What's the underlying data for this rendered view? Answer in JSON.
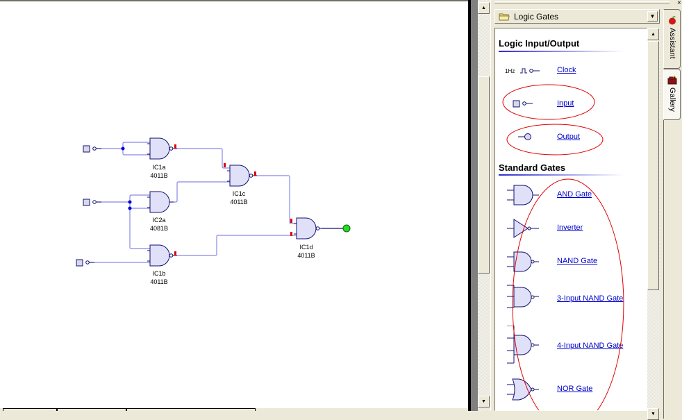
{
  "window": {
    "close_glyph": "×"
  },
  "schematic": {
    "gates": [
      {
        "id": "IC1a",
        "part": "4011B",
        "type": "NAND"
      },
      {
        "id": "IC2a",
        "part": "4081B",
        "type": "AND"
      },
      {
        "id": "IC1b",
        "part": "4011B",
        "type": "NAND"
      },
      {
        "id": "IC1c",
        "part": "4011B",
        "type": "NAND"
      },
      {
        "id": "IC1d",
        "part": "4011B",
        "type": "NAND"
      }
    ],
    "inputs": [
      "input-1",
      "input-2",
      "input-3"
    ],
    "output_led_color": "#22dd22",
    "wire_color": "#8888e8",
    "gate_fill": "#e0e0f8",
    "gate_stroke": "#101070",
    "logic_state_color": "#e00000"
  },
  "gallery": {
    "category": "Logic Gates",
    "sections": [
      {
        "title": "Logic Input/Output",
        "items": [
          {
            "label": "Clock",
            "icon": "clock-source-icon",
            "icon_text": "1Hz"
          },
          {
            "label": "Input",
            "icon": "logic-input-icon"
          },
          {
            "label": "Output",
            "icon": "logic-output-icon"
          }
        ]
      },
      {
        "title": "Standard Gates",
        "items": [
          {
            "label": "AND Gate",
            "icon": "and-gate-icon"
          },
          {
            "label": "Inverter",
            "icon": "inverter-icon"
          },
          {
            "label": "NAND Gate",
            "icon": "nand-gate-icon"
          },
          {
            "label": "3-Input NAND Gate",
            "icon": "nand3-gate-icon"
          },
          {
            "label": "4-Input NAND Gate",
            "icon": "nand4-gate-icon"
          },
          {
            "label": "NOR Gate",
            "icon": "nor-gate-icon"
          }
        ]
      }
    ],
    "annotation_color": "#e00000"
  },
  "side_tabs": [
    {
      "label": "Assistant",
      "icon": "apple-icon",
      "active": false
    },
    {
      "label": "Gallery",
      "icon": "toolbox-icon",
      "active": true
    }
  ],
  "scroll": {
    "up_glyph": "▲",
    "down_glyph": "▼"
  }
}
